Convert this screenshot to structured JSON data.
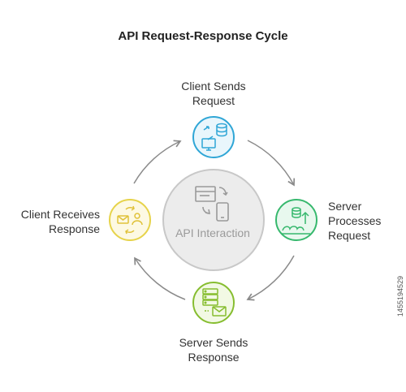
{
  "title": "API Request-Response Cycle",
  "center": {
    "label": "API Interaction",
    "icon": "screen-phone-exchange-icon"
  },
  "steps": [
    {
      "label": "Client Sends Request",
      "icon": "computer-database-exchange-icon",
      "color": "#2fa6d6",
      "fill": "#e9f6fc"
    },
    {
      "label": "Server Processes Request",
      "icon": "database-cloud-upload-icon",
      "color": "#36b86d",
      "fill": "#e8f8ee"
    },
    {
      "label": "Server Sends Response",
      "icon": "server-mail-icon",
      "color": "#86bd2f",
      "fill": "#f2f9e4"
    },
    {
      "label": "Client Receives Response",
      "icon": "mail-user-exchange-icon",
      "color": "#e6d34a",
      "fill": "#fdf9e3"
    }
  ],
  "watermark": "1455194529",
  "colors": {
    "arrow": "#8a8a8a",
    "center_fill": "#ececec",
    "center_stroke": "#c8c8c8"
  }
}
